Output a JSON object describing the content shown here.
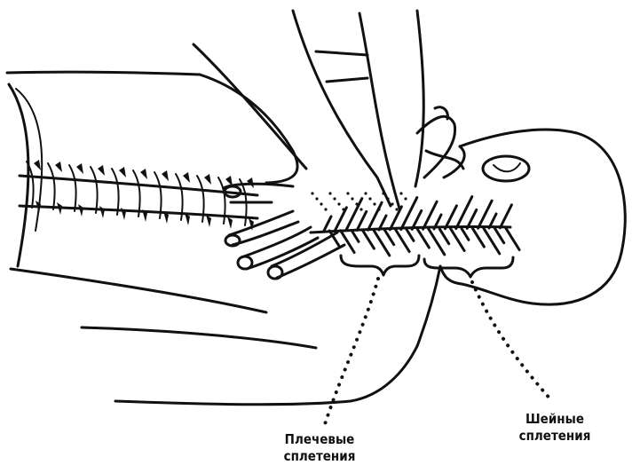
{
  "labels": {
    "brachial": {
      "line1": "Плечевые",
      "line2": "сплетения"
    },
    "cervical": {
      "line1": "Шейные",
      "line2": "сплетения"
    }
  },
  "colors": {
    "ink": "#111111",
    "background": "#ffffff"
  }
}
